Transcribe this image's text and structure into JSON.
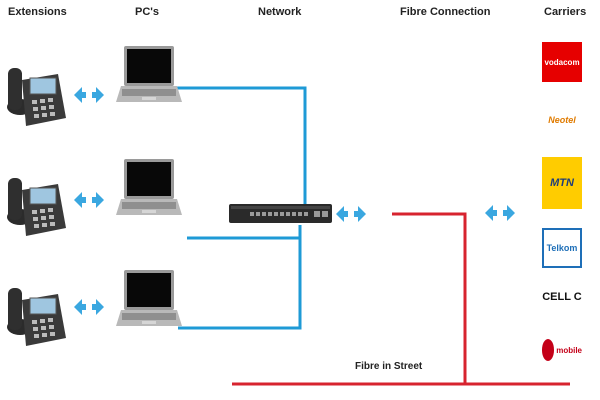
{
  "headers": {
    "extensions": "Extensions",
    "pcs": "PC's",
    "network": "Network",
    "fibre": "Fibre Connection",
    "carriers": "Carriers"
  },
  "street_label": "Fibre in Street",
  "carriers": [
    {
      "label": "vodacom",
      "bg": "#e60000",
      "fg": "#ffffff",
      "icon": "vodacom-logo"
    },
    {
      "label": "Neotel",
      "bg": "#ffffff",
      "fg": "#e07b00",
      "icon": "neotel-logo"
    },
    {
      "label": "MTN",
      "bg": "#ffcc00",
      "fg": "#1f3d7a",
      "icon": "mtn-logo"
    },
    {
      "label": "Telkom",
      "bg": "#ffffff",
      "fg": "#1e6fb8",
      "icon": "telkom-logo"
    },
    {
      "label": "CELL C",
      "bg": "#ffffff",
      "fg": "#111111",
      "icon": "cellc-logo"
    },
    {
      "label": "mobile",
      "bg": "#ffffff",
      "fg": "#c40018",
      "icon": "virgin-mobile-logo"
    }
  ],
  "colors": {
    "lan_cable": "#1e9ad6",
    "fibre_cable": "#d7232f",
    "arrow": "#3aa7e0"
  }
}
